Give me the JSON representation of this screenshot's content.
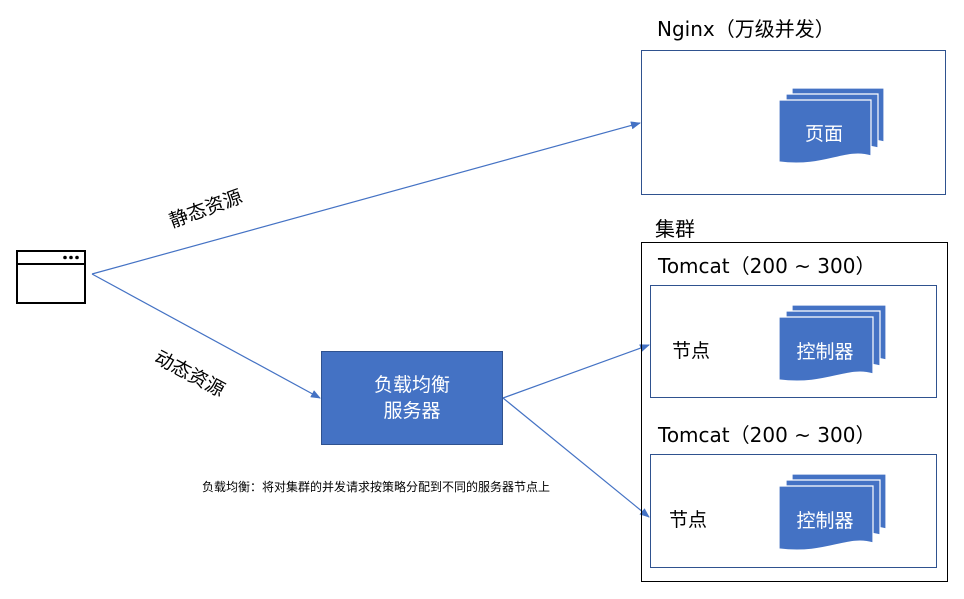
{
  "nginx": {
    "title": "Nginx（万级并发）",
    "doc_label": "页面"
  },
  "cluster": {
    "title": "集群",
    "nodes": [
      {
        "title": "Tomcat（200 ~ 300）",
        "label": "节点",
        "doc_label": "控制器"
      },
      {
        "title": "Tomcat（200 ~ 300）",
        "label": "节点",
        "doc_label": "控制器"
      }
    ]
  },
  "load_balancer": {
    "line1": "负载均衡",
    "line2": "服务器"
  },
  "edges": {
    "static": "静态资源",
    "dynamic": "动态资源"
  },
  "note": "负载均衡：将对集群的并发请求按策略分配到不同的服务器节点上",
  "colors": {
    "fill": "#4472C4",
    "stroke": "#2F528F",
    "arrow": "#4472C4"
  }
}
